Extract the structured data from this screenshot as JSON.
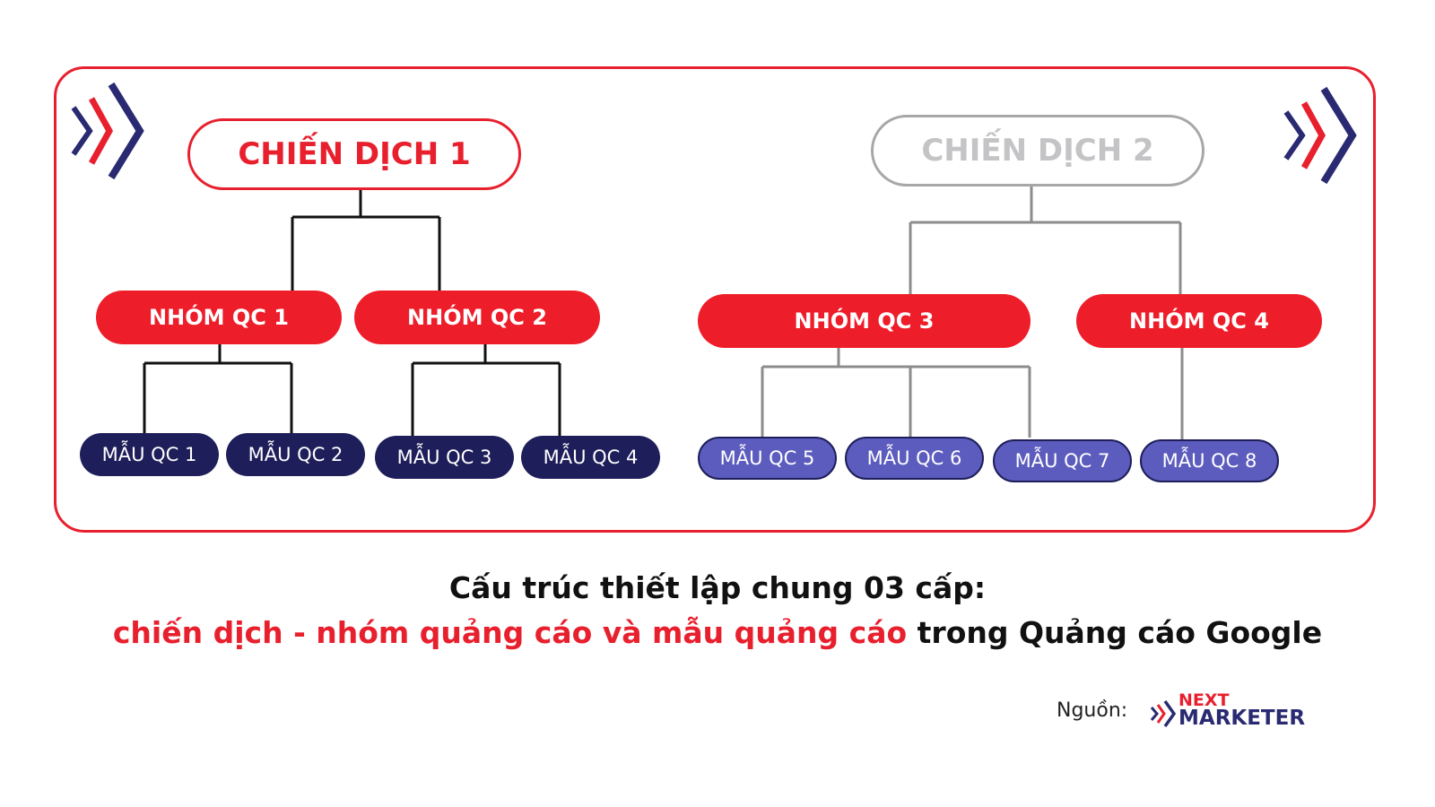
{
  "campaigns": {
    "c1": "CHIẾN DỊCH 1",
    "c2": "CHIẾN DỊCH 2"
  },
  "groups": {
    "g1": "NHÓM QC 1",
    "g2": "NHÓM QC 2",
    "g3": "NHÓM QC 3",
    "g4": "NHÓM QC 4"
  },
  "ads": {
    "a1": "MẪU QC 1",
    "a2": "MẪU QC 2",
    "a3": "MẪU QC 3",
    "a4": "MẪU QC 4",
    "a5": "MẪU QC 5",
    "a6": "MẪU QC 6",
    "a7": "MẪU QC 7",
    "a8": "MẪU QC 8"
  },
  "caption": {
    "line1": "Cấu trúc thiết lập chung 03 cấp:",
    "line2_red": "chiến dịch - nhóm quảng cáo và mẫu quảng cáo",
    "line2_black": " trong Quảng cáo Google"
  },
  "source": {
    "label": "Nguồn:",
    "logo_line1": "NEXT",
    "logo_line2": "MARKETER"
  },
  "colors": {
    "red": "#e8202e",
    "navy": "#1e1e5a",
    "purple": "#5c5cbe",
    "grey": "#a7a7a9"
  }
}
